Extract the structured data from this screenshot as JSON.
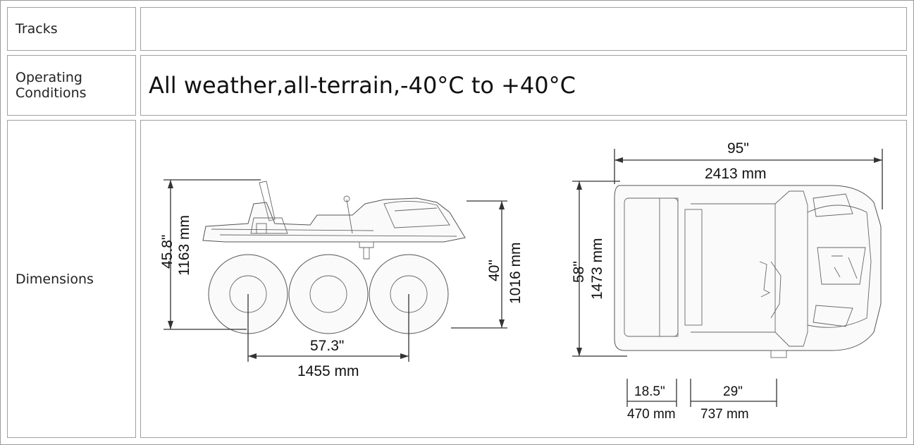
{
  "rows": [
    {
      "label": "Tracks",
      "value": ""
    },
    {
      "label": "Operating Conditions",
      "value": "All weather,all-terrain,-40°C to +40°C"
    },
    {
      "label": "Dimensions",
      "value": ""
    }
  ],
  "side_view": {
    "height_in": "45.8\"",
    "height_mm": "1163 mm",
    "deck_in": "40\"",
    "deck_mm": "1016 mm",
    "wheelbase_in": "57.3\"",
    "wheelbase_mm": "1455 mm"
  },
  "top_view": {
    "length_in": "95\"",
    "length_mm": "2413 mm",
    "width_in": "58\"",
    "width_mm": "1473 mm",
    "seat_in": "18.5\"",
    "seat_mm": "470 mm",
    "cab_in": "29\"",
    "cab_mm": "737 mm"
  }
}
